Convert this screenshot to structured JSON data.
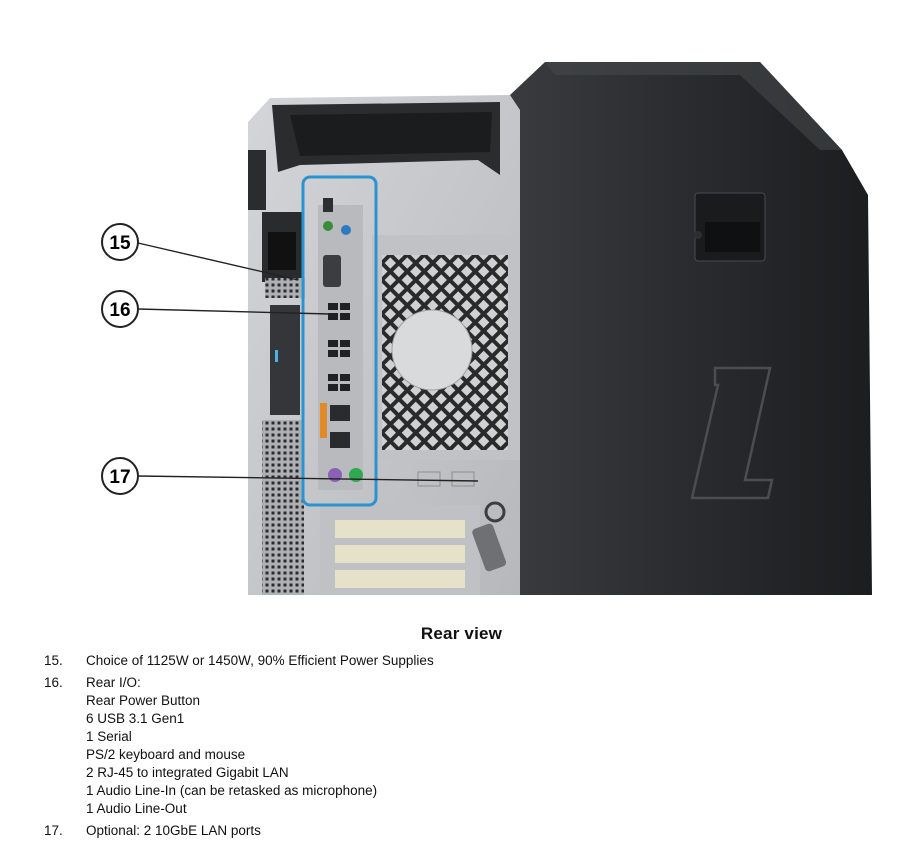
{
  "figure": {
    "callouts": [
      "15",
      "16",
      "17"
    ],
    "highlight_color": "#2b93d0",
    "chassis_color": "#2a2b2d",
    "panel_color": "#c7c9cc"
  },
  "caption": "Rear view",
  "items": [
    {
      "num": "15.",
      "text": "Choice of 1125W or 1450W, 90% Efficient Power Supplies",
      "sub": []
    },
    {
      "num": "16.",
      "text": "Rear I/O:",
      "sub": [
        "Rear Power Button",
        "6 USB 3.1 Gen1",
        "1 Serial",
        "PS/2 keyboard and mouse",
        "2 RJ-45 to integrated Gigabit LAN",
        "1 Audio Line-In (can be retasked as microphone)",
        "1 Audio Line-Out"
      ]
    },
    {
      "num": "17.",
      "text": "Optional: 2 10GbE LAN ports",
      "sub": []
    }
  ]
}
